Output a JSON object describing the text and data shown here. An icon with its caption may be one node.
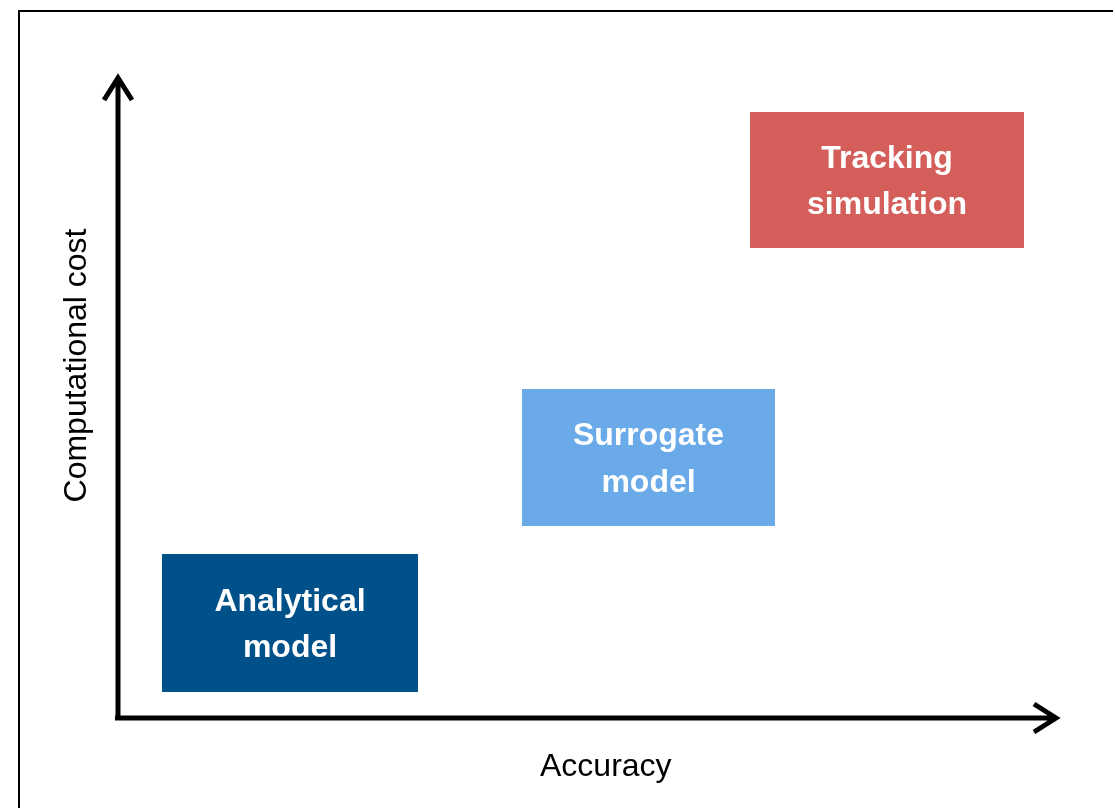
{
  "diagram": {
    "nodes": [
      {
        "text": [
          "Tracking simulation"
        ]
      },
      {
        "text": [
          "Surrogate model"
        ]
      },
      {
        "text": [
          "Analytical model"
        ]
      }
    ],
    "labels": [
      "Computational cost",
      "Accuracy"
    ]
  }
}
